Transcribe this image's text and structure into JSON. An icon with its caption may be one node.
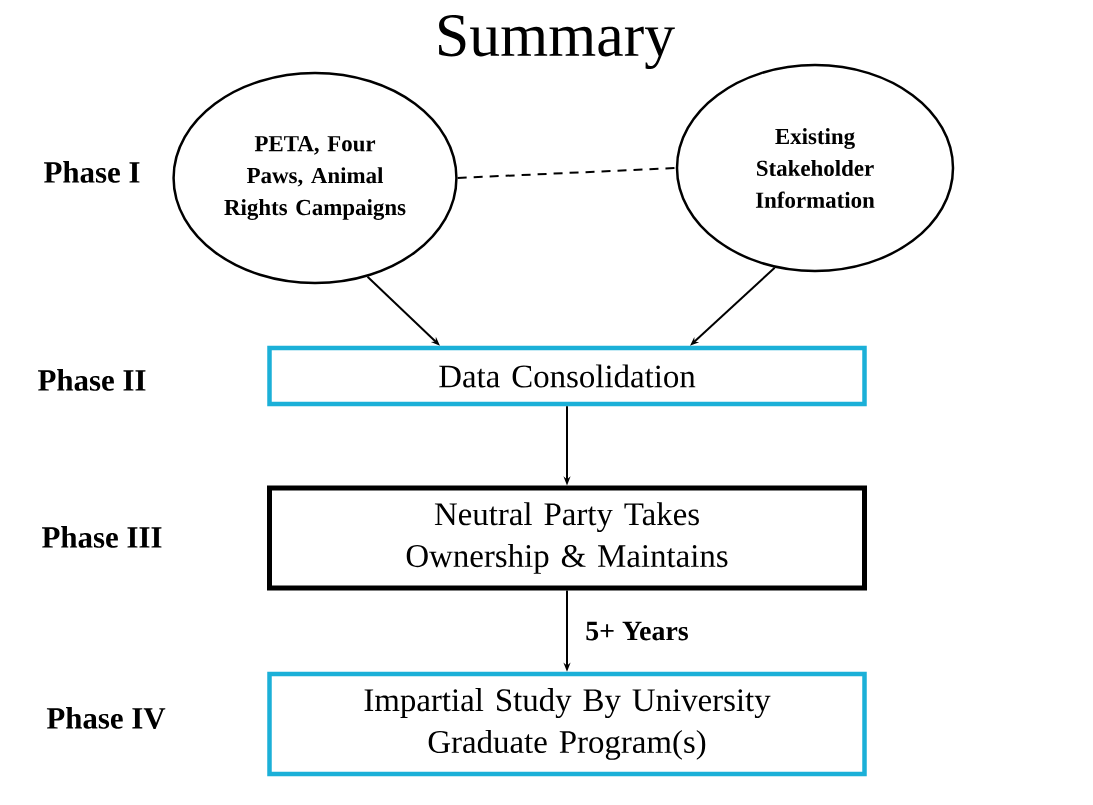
{
  "diagram": {
    "title": "Summary",
    "nodes": [
      {
        "text": [
          "PETA, Four Paws, Animal Rights Campaigns"
        ]
      },
      {
        "text": [
          "Existing Stakeholder Information"
        ]
      },
      {
        "text": [
          "Data Consolidation"
        ]
      },
      {
        "text": [
          "Neutral Party Takes Ownership & Maintains"
        ]
      },
      {
        "text": [
          "Impartial Study By University Graduate Program(s)"
        ]
      }
    ],
    "edges": [
      {
        "from": 0,
        "to": 1,
        "arrow": "none",
        "style": "dashed"
      },
      {
        "from": 0,
        "to": 2,
        "arrow": "to"
      },
      {
        "from": 1,
        "to": 2,
        "arrow": "to"
      },
      {
        "from": 2,
        "to": 3,
        "arrow": "to"
      },
      {
        "from": 3,
        "to": 4,
        "arrow": "to",
        "label": "5+ Years"
      }
    ],
    "labels": [
      "Phase I",
      "Phase II",
      "Phase III",
      "Phase IV"
    ]
  }
}
